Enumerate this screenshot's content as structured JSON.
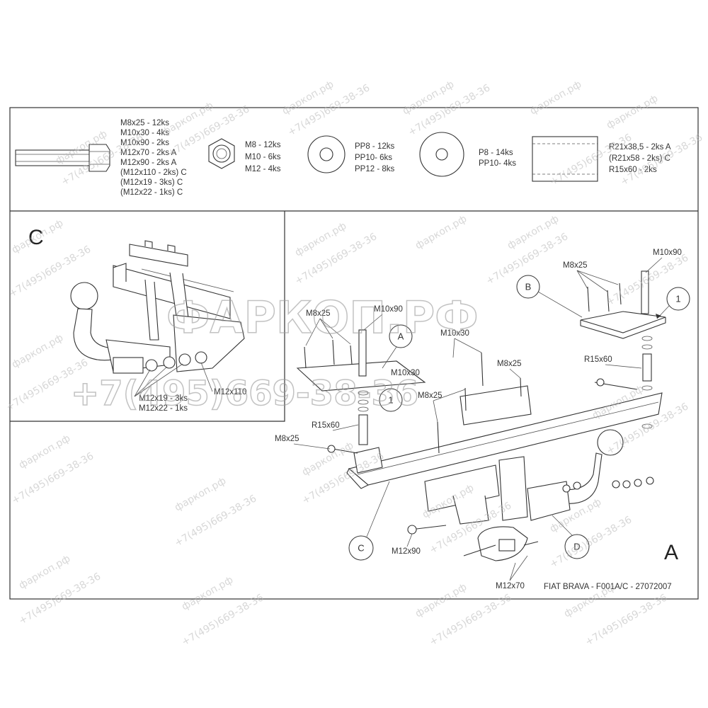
{
  "watermark": {
    "site": "фаркоп.рф",
    "phone": "+7(495)669-38-36",
    "brand": "ФАРКОП.РФ"
  },
  "parts_legend": {
    "bolts": [
      "M8x25 - 12ks",
      "M10x30 - 4ks",
      "M10x90 - 2ks",
      "M12x70 - 2ks A",
      "M12x90 - 2ks A",
      "(M12x110 - 2ks) C",
      "(M12x19 - 3ks) C",
      "(M12x22 - 1ks) C"
    ],
    "nuts": [
      "M8 - 12ks",
      "M10 - 6ks",
      "M12 - 4ks"
    ],
    "washers_pp": [
      "PP8 - 12ks",
      "PP10- 6ks",
      "PP12 - 8ks"
    ],
    "washers_p": [
      "P8 - 14ks",
      "PP10- 4ks"
    ],
    "spacers": [
      "R21x38,5 - 2ks A",
      "(R21x58 - 2ks) C",
      "R15x60 - 2ks"
    ]
  },
  "detail_c": {
    "letter": "C",
    "labels": [
      "M12x19 - 3ks",
      "M12x22 - 1ks",
      "M12x110"
    ]
  },
  "main": {
    "view_letter": "A",
    "footer": "FIAT BRAVA - F001A/C - 27072007",
    "callouts": [
      "B",
      "1",
      "A",
      "1",
      "C",
      "D"
    ],
    "labels": {
      "m10x90_top": "M10x90",
      "m8x25_top": "M8x25",
      "m8x25_left": "M8x25",
      "m10x90_mid": "M10x90",
      "m10x30_a": "M10x30",
      "m10x30_b": "M10x30",
      "m8x25_mid": "M8x25",
      "m8x25_right": "M8x25",
      "r15x60_right": "R15x60",
      "r15x60_left": "R15x60",
      "m8x25_far_left": "M8x25",
      "m12x90": "M12x90",
      "m12x70": "M12x70"
    }
  }
}
